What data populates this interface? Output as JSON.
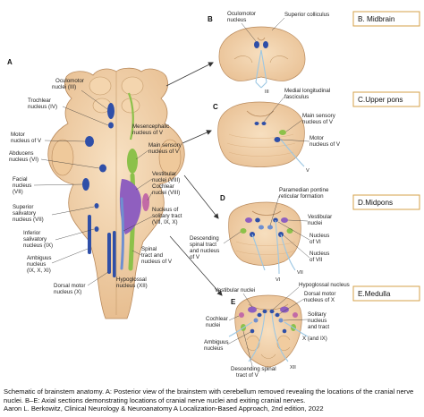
{
  "panel_a": {
    "letter": "A",
    "labels": {
      "oculomotor": [
        "Oculomotor",
        "nuclei (III)"
      ],
      "trochlear": [
        "Trochlear",
        "nucleus (IV)"
      ],
      "motor_v": [
        "Motor",
        "nucleus of V"
      ],
      "abducens": [
        "Abducens",
        "nucleus (VI)"
      ],
      "facial": [
        "Facial",
        "nucleus",
        "(VII)"
      ],
      "sup_saliv": [
        "Superior",
        "salivatory",
        "nucleus (VII)"
      ],
      "inf_saliv": [
        "Inferior",
        "salivatory",
        "nucleus (IX)"
      ],
      "ambiguus": [
        "Ambiguus",
        "nucleus",
        "(IX, X, XI)"
      ],
      "dorsal_motor": [
        "Dorsal motor",
        "nucleus (X)"
      ],
      "mesenceph": [
        "Mesencephalic",
        "nucleus of V"
      ],
      "main_sens": [
        "Main sensory",
        "nucleus of V"
      ],
      "vestibular": [
        "Vestibular",
        "nuclei (VIII)"
      ],
      "cochlear": [
        "Cochlear",
        "nuclei (VIII)"
      ],
      "solitary": [
        "Nucleus of",
        "solitary tract",
        "(VII, IX, X)"
      ],
      "spinal": [
        "Spinal",
        "tract and",
        "nucleus of V"
      ],
      "hypoglossal": [
        "Hypoglossal",
        "nucleus (XII)"
      ]
    }
  },
  "panel_b": {
    "letter": "B",
    "title": "B. Midbrain",
    "labels": {
      "oculomotor": [
        "Oculomotor",
        "nucleus"
      ],
      "sup_coll": "Superior colliculus",
      "nerve": "III"
    }
  },
  "panel_c": {
    "letter": "C",
    "title": "C.Upper pons",
    "labels": {
      "mlf": [
        "Medial longitudinal",
        "fasciculus"
      ],
      "main_sens": [
        "Main sensory",
        "nucleus of V"
      ],
      "motor_v": [
        "Motor",
        "nucleus of V"
      ],
      "nerve": "V"
    }
  },
  "panel_d": {
    "letter": "D",
    "title": "D.Midpons",
    "labels": {
      "pprf": [
        "Paramedian pontine",
        "reticular formation"
      ],
      "vestibular": [
        "Vestibular",
        "nuclei"
      ],
      "vi": [
        "Nucleus",
        "of VI"
      ],
      "vii": [
        "Nucleus",
        "of VII"
      ],
      "desc": [
        "Descending",
        "spinal tract",
        "and nucleus",
        "of V"
      ],
      "nerve_vii": "VII",
      "nerve_vi": "VI"
    }
  },
  "panel_e": {
    "letter": "E",
    "title": "E.Medulla",
    "labels": {
      "vestibular": "Vestibular nuclei",
      "hypoglossal": "Hypoglossal nucleus",
      "dorsal_motor": [
        "Dorsal motor",
        "nucleus of X"
      ],
      "cochlear": [
        "Cochlear",
        "nuclei"
      ],
      "solitary": [
        "Solitary",
        "nucleus",
        "and tract"
      ],
      "x_ix": "X (and IX)",
      "ambiguus": [
        "Ambiguus",
        "nucleus"
      ],
      "desc": [
        "Descending spinal",
        "tract of V"
      ],
      "nerve_xii": "XII"
    }
  },
  "caption": [
    "Schematic of brainstem anatomy. A: Posterior view of the brainstem with cerebellum removed revealing the locations of the cranial nerve",
    "nuclei. B–E: Axial sections demonstrating locations of cranial nerve nuclei and exiting cranial nerves.",
    "Aaron L. Berkowitz, Clinical Neurology & Neuroanatomy A Localization-Based Approach, 2nd edition, 2022"
  ],
  "colors": {
    "tissue": "#f3d3ab",
    "tissue_dark": "#e4b786",
    "motor_nuclei": "#2f4fa8",
    "sensory_v": "#8cc14a",
    "vestibular": "#8f5fbf",
    "cochlear": "#c26aa6",
    "box_border": "#d6a24a",
    "nerve": "#9cc7e3",
    "arrow": "#333333"
  }
}
